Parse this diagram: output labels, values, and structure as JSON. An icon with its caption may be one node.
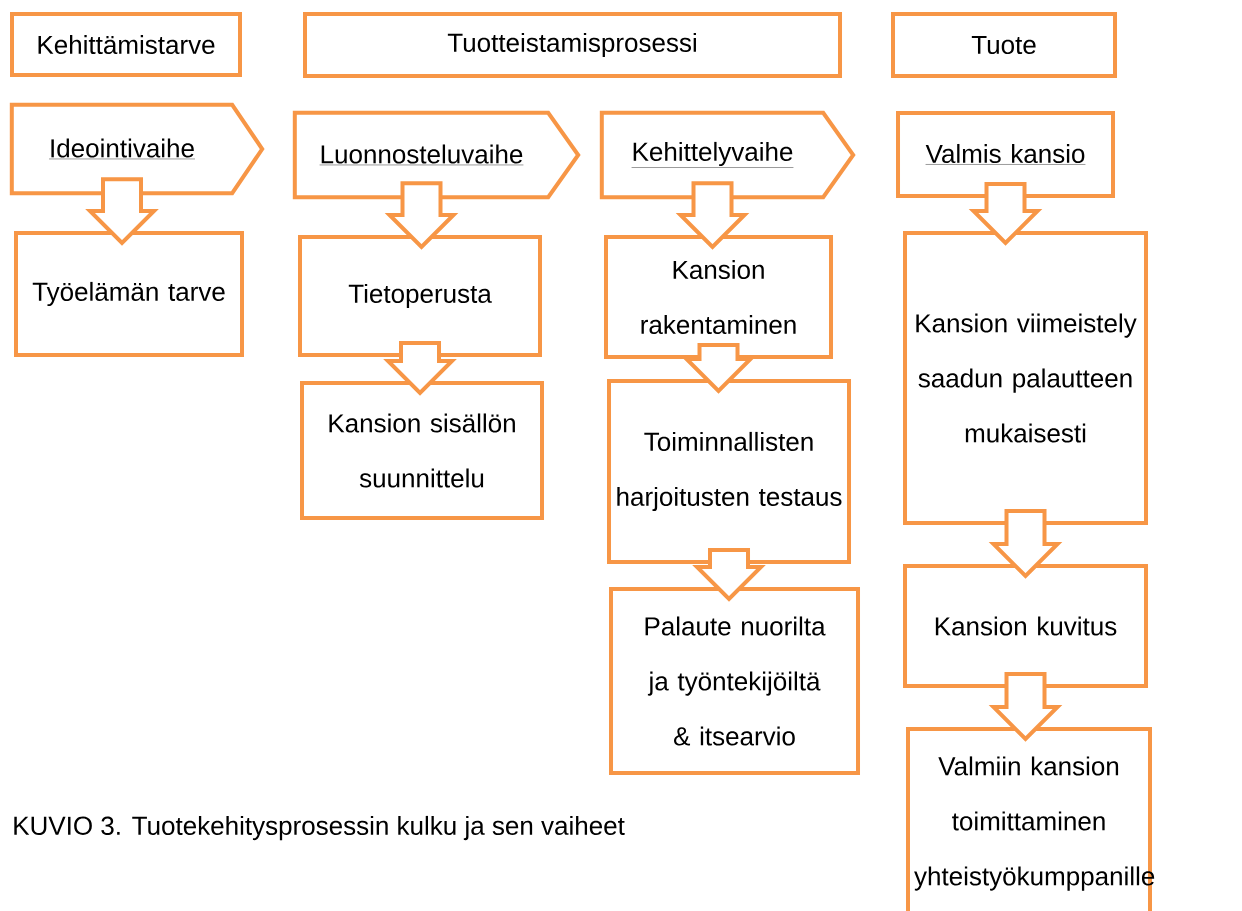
{
  "diagram": {
    "caption": "KUVIO 3. Tuotekehitysprosessin kulku ja sen vaiheet",
    "nodes": [
      {
        "text": [
          "Kehittämistarve"
        ]
      },
      {
        "text": [
          "Tuotteistamisprosessi"
        ]
      },
      {
        "text": [
          "Tuote"
        ]
      },
      {
        "text": [
          "Ideointivaihe"
        ]
      },
      {
        "text": [
          "Työelämän tarve"
        ]
      },
      {
        "text": [
          "Luonnosteluvaihe"
        ]
      },
      {
        "text": [
          "Tietoperusta"
        ]
      },
      {
        "text": [
          "Kansion sisällön suunnittelu"
        ]
      },
      {
        "text": [
          "Kehittelyvaihe"
        ]
      },
      {
        "text": [
          "Kansion rakentaminen"
        ]
      },
      {
        "text": [
          "Toiminnallisten harjoitusten testaus"
        ]
      },
      {
        "text": [
          "Palaute nuorilta ja työntekijöiltä & itsearvio"
        ]
      },
      {
        "text": [
          "Valmis kansio"
        ]
      },
      {
        "text": [
          "Kansion viimeistely saadun palautteen mukaisesti"
        ]
      },
      {
        "text": [
          "Kansion kuvitus"
        ]
      },
      {
        "text": [
          "Valmiin kansion toimittaminen yhteistyökumppanille"
        ]
      }
    ],
    "edges": [
      {
        "from": 3,
        "to": 4,
        "arrow": "to"
      },
      {
        "from": 5,
        "to": 6,
        "arrow": "to"
      },
      {
        "from": 6,
        "to": 7,
        "arrow": "to"
      },
      {
        "from": 8,
        "to": 9,
        "arrow": "to"
      },
      {
        "from": 9,
        "to": 10,
        "arrow": "to"
      },
      {
        "from": 10,
        "to": 11,
        "arrow": "to"
      },
      {
        "from": 12,
        "to": 13,
        "arrow": "to"
      },
      {
        "from": 13,
        "to": 14,
        "arrow": "to"
      },
      {
        "from": 14,
        "to": 15,
        "arrow": "to"
      }
    ]
  }
}
